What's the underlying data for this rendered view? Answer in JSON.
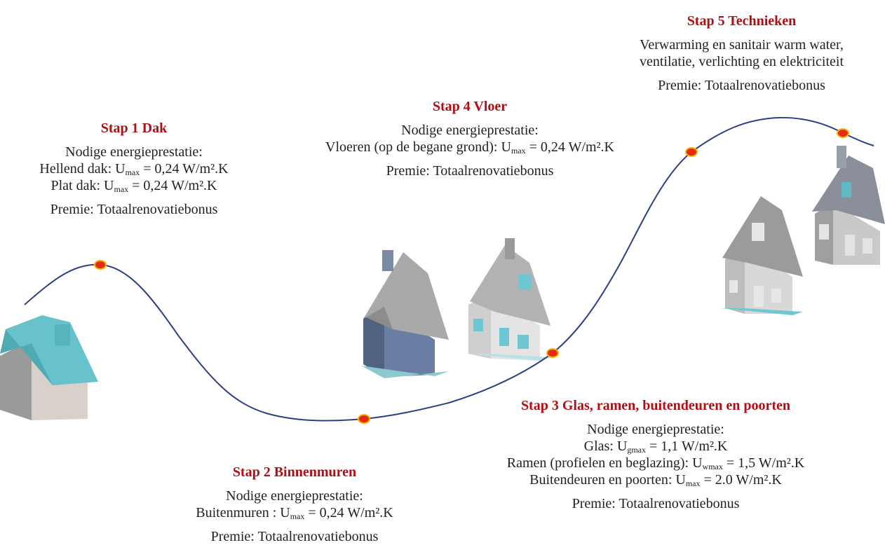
{
  "colors": {
    "curve": "#2c3f86",
    "marker_fill": "#e62a12",
    "marker_stroke": "#f7b400",
    "title": "#b00e12",
    "house_wall": "#cfcfcf",
    "house_roof_old": "#9e9e9e",
    "house_insulated": "#66c2cc",
    "house_blue_wall": "#5d6e8c"
  },
  "steps": [
    {
      "title": "Stap 1 Dak",
      "heading": "Nodige energieprestatie:",
      "lines": [
        {
          "pre": "Hellend dak: U",
          "sub": "max",
          "post": " = 0,24 W/m².K"
        },
        {
          "pre": "Plat dak: U",
          "sub": "max",
          "post": " = 0,24 W/m².K"
        }
      ],
      "premie": "Premie: Totaalrenovatiebonus"
    },
    {
      "title": "Stap 2 Binnenmuren",
      "heading": "Nodige energieprestatie:",
      "lines": [
        {
          "pre": "Buitenmuren : U",
          "sub": "max",
          "post": " = 0,24 W/m².K"
        }
      ],
      "premie": "Premie: Totaalrenovatiebonus"
    },
    {
      "title": "Stap 3 Glas, ramen, buitendeuren en poorten",
      "heading": "Nodige energieprestatie:",
      "lines": [
        {
          "pre": "Glas: U",
          "sub": "gmax",
          "post": " = 1,1 W/m².K"
        },
        {
          "pre": "Ramen (profielen en beglazing): U",
          "sub": "wmax",
          "post": " = 1,5 W/m².K"
        },
        {
          "pre": "Buitendeuren en poorten: U",
          "sub": "max",
          "post": " = 2.0 W/m².K"
        }
      ],
      "premie": "Premie: Totaalrenovatiebonus"
    },
    {
      "title": "Stap 4 Vloer",
      "heading": "Nodige energieprestatie:",
      "lines": [
        {
          "pre": "Vloeren (op de begane grond): U",
          "sub": "max",
          "post": " = 0,24 W/m².K"
        }
      ],
      "premie": "Premie: Totaalrenovatiebonus"
    },
    {
      "title": "Stap 5 Technieken",
      "heading": "",
      "lines": [
        {
          "pre": "Verwarming en sanitair warm water,",
          "sub": "",
          "post": ""
        },
        {
          "pre": "ventilatie, verlichting en elektriciteit",
          "sub": "",
          "post": ""
        }
      ],
      "premie": "Premie: Totaalrenovatiebonus"
    }
  ]
}
